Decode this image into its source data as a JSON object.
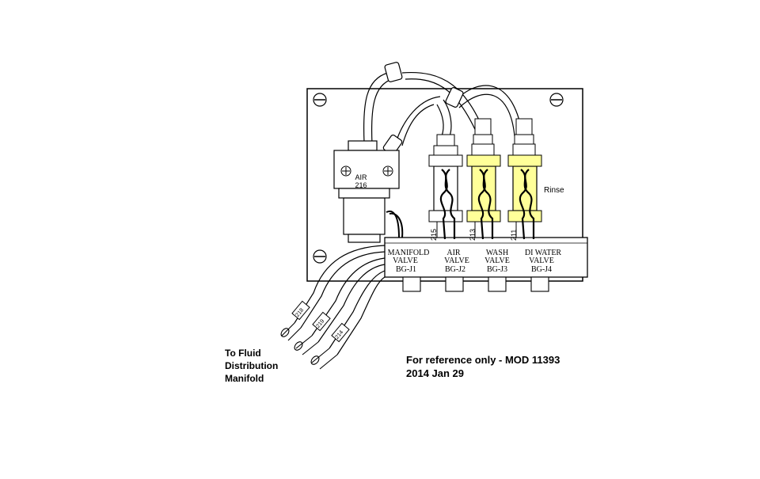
{
  "manifold": {
    "ports": [
      {
        "id": "j1",
        "name": "MANIFOLD",
        "line2": "VALVE",
        "conn": "BG-J1"
      },
      {
        "id": "j2",
        "name": "AIR",
        "line2": "VALVE",
        "conn": "BG-J2"
      },
      {
        "id": "j3",
        "name": "WASH",
        "line2": "VALVE",
        "conn": "BG-J3"
      },
      {
        "id": "j4",
        "name": "DI WATER",
        "line2": "VALVE",
        "conn": "BG-J4"
      }
    ]
  },
  "valves": [
    {
      "id": "air-valve",
      "tag": "215",
      "fill": "#ffffff"
    },
    {
      "id": "wash-valve",
      "tag": "213",
      "fill": "#ffff99"
    },
    {
      "id": "di-water-valve",
      "tag": "211",
      "fill": "#ffff99"
    }
  ],
  "solenoid": {
    "line1": "AIR",
    "line2": "216"
  },
  "tube_tags": [
    "218",
    "219",
    "214"
  ],
  "rinse_label": "Rinse",
  "notes": {
    "fluid": [
      "To Fluid",
      "Distribution",
      "Manifold"
    ],
    "reference": [
      "For reference only - MOD 11393",
      "2014 Jan 29"
    ]
  }
}
